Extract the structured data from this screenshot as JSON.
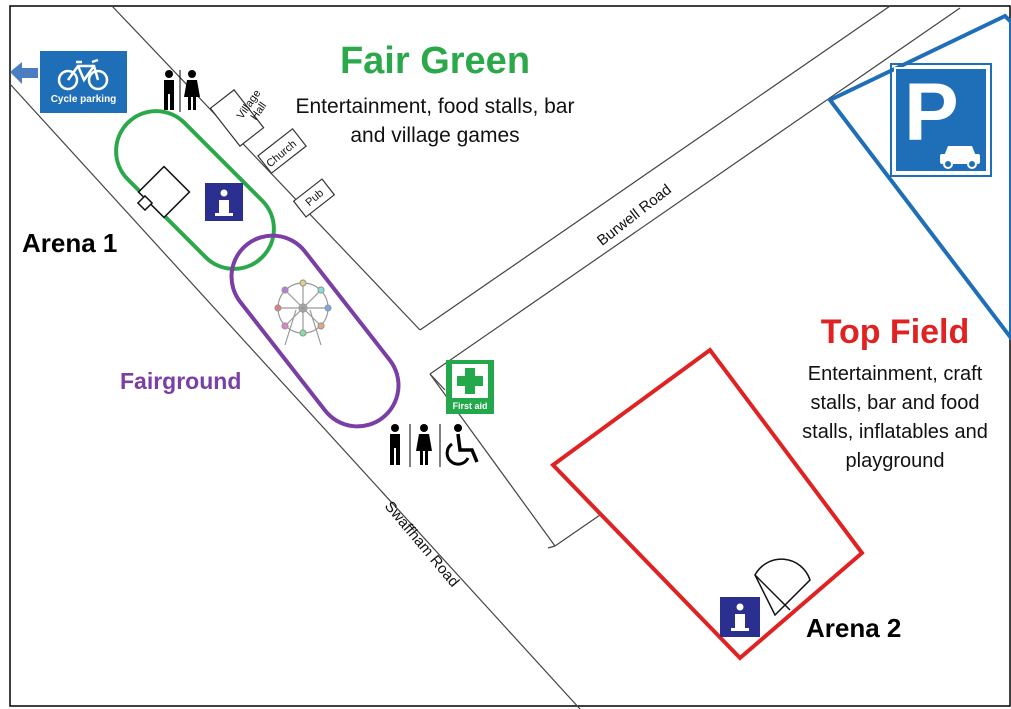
{
  "labels": {
    "fair_green_title": "Fair Green",
    "fair_green_desc": "Entertainment, food stalls, bar and village games",
    "top_field_title": "Top Field",
    "top_field_desc": "Entertainment, craft stalls, bar and food stalls, inflatables and playground",
    "arena1": "Arena 1",
    "arena2": "Arena 2",
    "fairground": "Fairground",
    "burwell_road": "Burwell Road",
    "swaffham_road": "Swaffham Road",
    "village_hall": "Village Hall",
    "church": "Church",
    "pub": "Pub",
    "cycle_parking": "Cycle parking",
    "first_aid": "First aid"
  },
  "colors": {
    "fair_green": "#2aa84a",
    "top_field": "#e02222",
    "fairground": "#7a3ea4",
    "parking": "#1f6fb8",
    "info": "#2b2f8f",
    "first_aid": "#23a94b",
    "cycle": "#1f6fb8"
  },
  "icons": [
    "cycle-parking-icon",
    "toilets-icon",
    "accessible-toilet-icon",
    "information-icon",
    "first-aid-icon",
    "parking-icon",
    "ferris-wheel-icon"
  ]
}
